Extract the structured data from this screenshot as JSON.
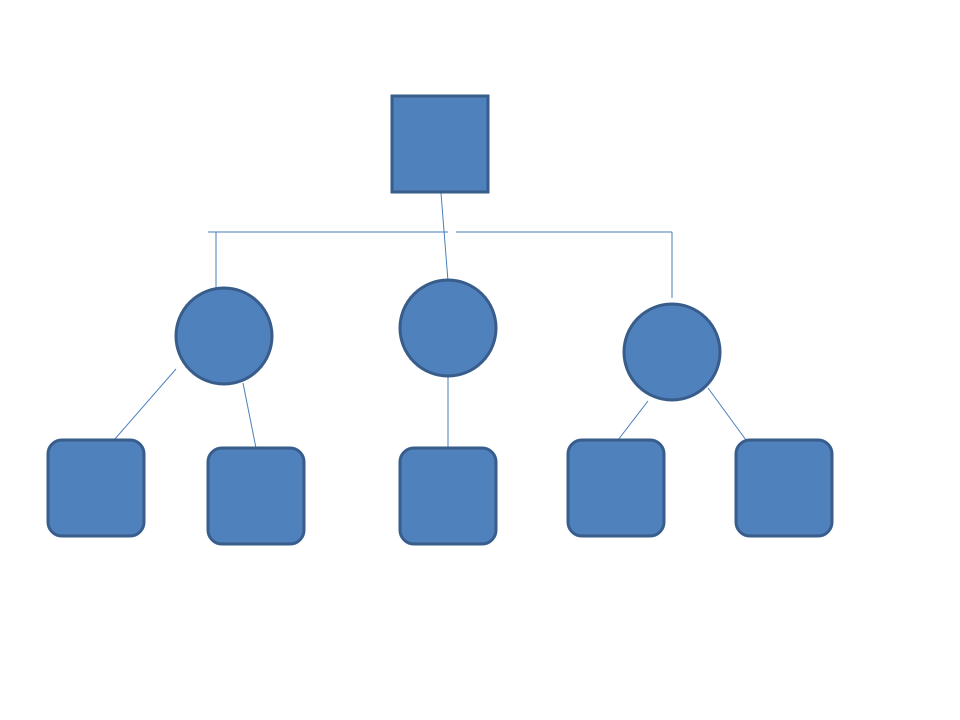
{
  "colors": {
    "shape_fill": "#4f81bd",
    "shape_stroke": "#385d8a",
    "connector": "#4a7ebb",
    "background": "#ffffff"
  },
  "diagram": {
    "type": "hierarchy",
    "root": {
      "shape": "square"
    },
    "level1": [
      {
        "shape": "circle",
        "children": [
          {
            "shape": "rounded-square"
          },
          {
            "shape": "rounded-square"
          }
        ]
      },
      {
        "shape": "circle",
        "children": [
          {
            "shape": "rounded-square"
          }
        ]
      },
      {
        "shape": "circle",
        "children": [
          {
            "shape": "rounded-square"
          },
          {
            "shape": "rounded-square"
          }
        ]
      }
    ]
  }
}
